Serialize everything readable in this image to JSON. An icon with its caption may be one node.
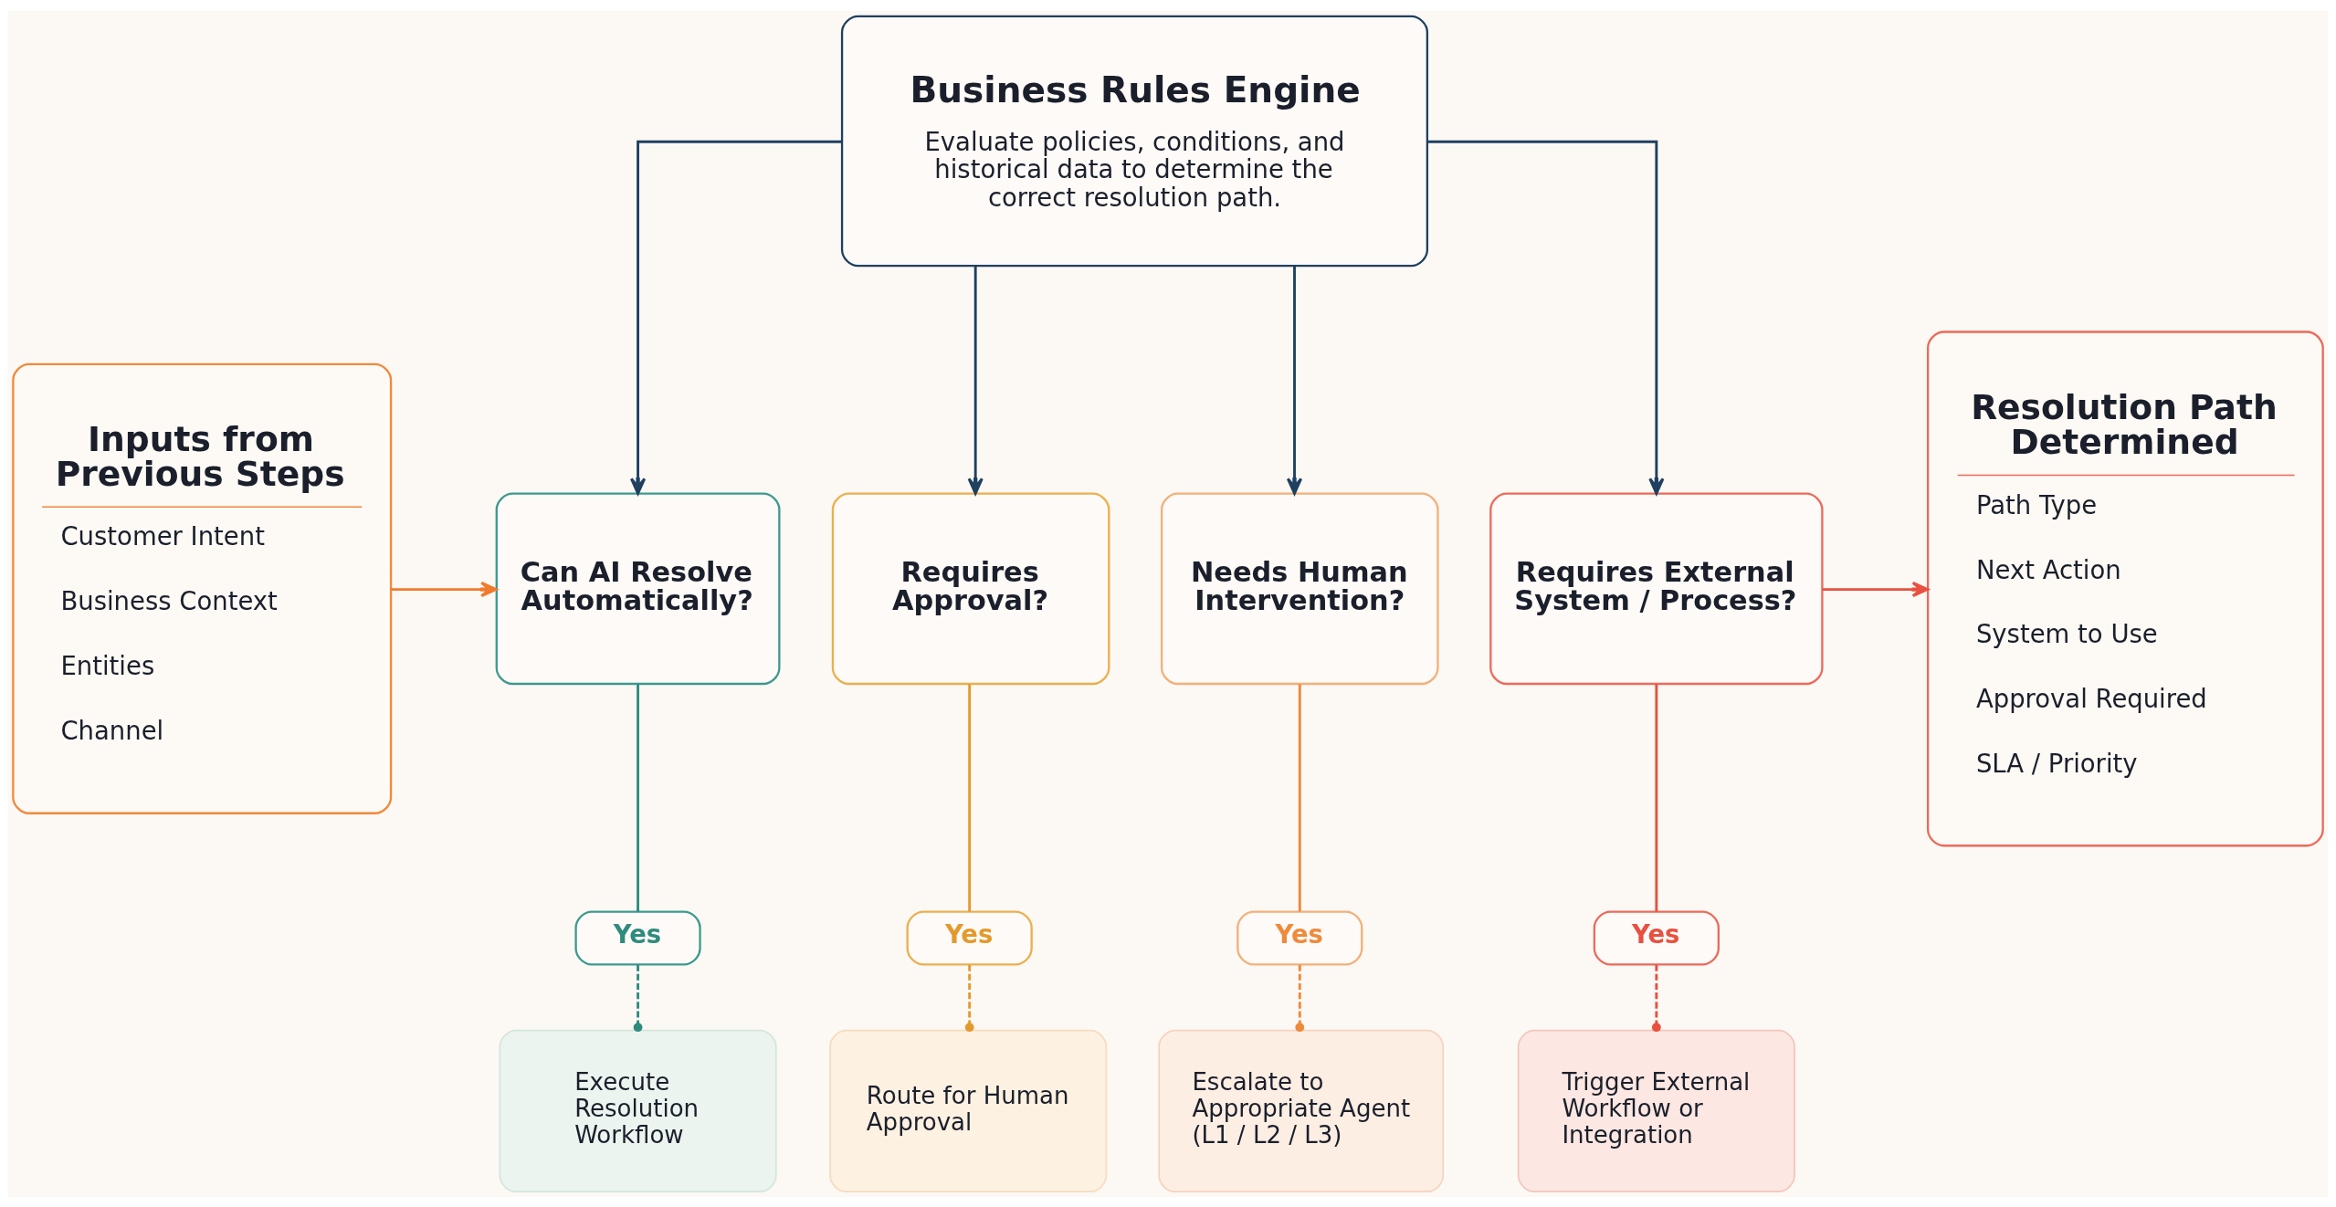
{
  "diagram": {
    "nodes": [
      {
        "text": [
          "Inputs from Previous Steps",
          "Customer Intent",
          "Business Context",
          "Entities",
          "Channel"
        ]
      },
      {
        "text": [
          "Business Rules Engine",
          "Evaluate policies, conditions, and historical data to determine the correct resolution path."
        ]
      },
      {
        "text": [
          "Can AI Resolve Automatically?"
        ]
      },
      {
        "text": [
          "Requires Approval?"
        ]
      },
      {
        "text": [
          "Needs Human Intervention?"
        ]
      },
      {
        "text": [
          "Requires External System / Process?"
        ]
      },
      {
        "text": [
          "Yes"
        ]
      },
      {
        "text": [
          "Yes"
        ]
      },
      {
        "text": [
          "Yes"
        ]
      },
      {
        "text": [
          "Yes"
        ]
      },
      {
        "text": [
          "Execute Resolution Workflow"
        ]
      },
      {
        "text": [
          "Route for Human Approval"
        ]
      },
      {
        "text": [
          "Escalate to Appropriate Agent (L1 / L2 / L3)"
        ]
      },
      {
        "text": [
          "Trigger External Workflow or Integration"
        ]
      },
      {
        "text": [
          "Resolution Path Determined",
          "Path Type",
          "Next Action",
          "System to Use",
          "Approval Required",
          "SLA / Priority"
        ]
      }
    ],
    "edges": [
      {
        "from": 0,
        "to": 2,
        "arrow": "to",
        "color": "#f07b2c"
      },
      {
        "from": 1,
        "to": 2,
        "arrow": "to"
      },
      {
        "from": 1,
        "to": 3,
        "arrow": "to"
      },
      {
        "from": 1,
        "to": 4,
        "arrow": "to"
      },
      {
        "from": 1,
        "to": 5,
        "arrow": "to"
      },
      {
        "from": 2,
        "to": 6,
        "arrow": "none",
        "color": "#2e8b7e"
      },
      {
        "from": 3,
        "to": 7,
        "arrow": "none",
        "color": "#e39a2d"
      },
      {
        "from": 4,
        "to": 8,
        "arrow": "none",
        "color": "#ef8a3c"
      },
      {
        "from": 5,
        "to": 9,
        "arrow": "none",
        "color": "#e8503f"
      },
      {
        "from": 6,
        "to": 10,
        "arrow": "other",
        "style": "dashed",
        "color": "#2e8b7e"
      },
      {
        "from": 7,
        "to": 11,
        "arrow": "other",
        "style": "dashed",
        "color": "#e39a2d"
      },
      {
        "from": 8,
        "to": 12,
        "arrow": "other",
        "style": "dashed",
        "color": "#ef8a3c"
      },
      {
        "from": 9,
        "to": 13,
        "arrow": "other",
        "style": "dashed",
        "color": "#e8503f"
      },
      {
        "from": 5,
        "to": 14,
        "arrow": "to",
        "color": "#e8503f"
      }
    ]
  }
}
